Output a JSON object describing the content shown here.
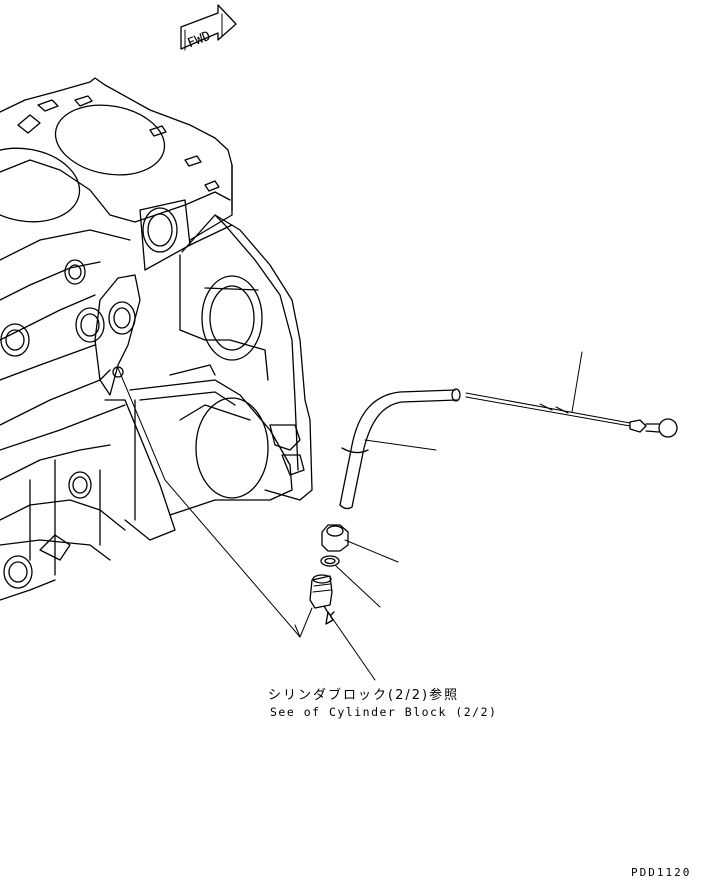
{
  "fwd_marker": {
    "text": "FWD"
  },
  "reference_note": {
    "japanese": "シリンダブロック(2/2)参照",
    "english": "See of Cylinder Block (2/2)"
  },
  "drawing_code": "PDD1120"
}
